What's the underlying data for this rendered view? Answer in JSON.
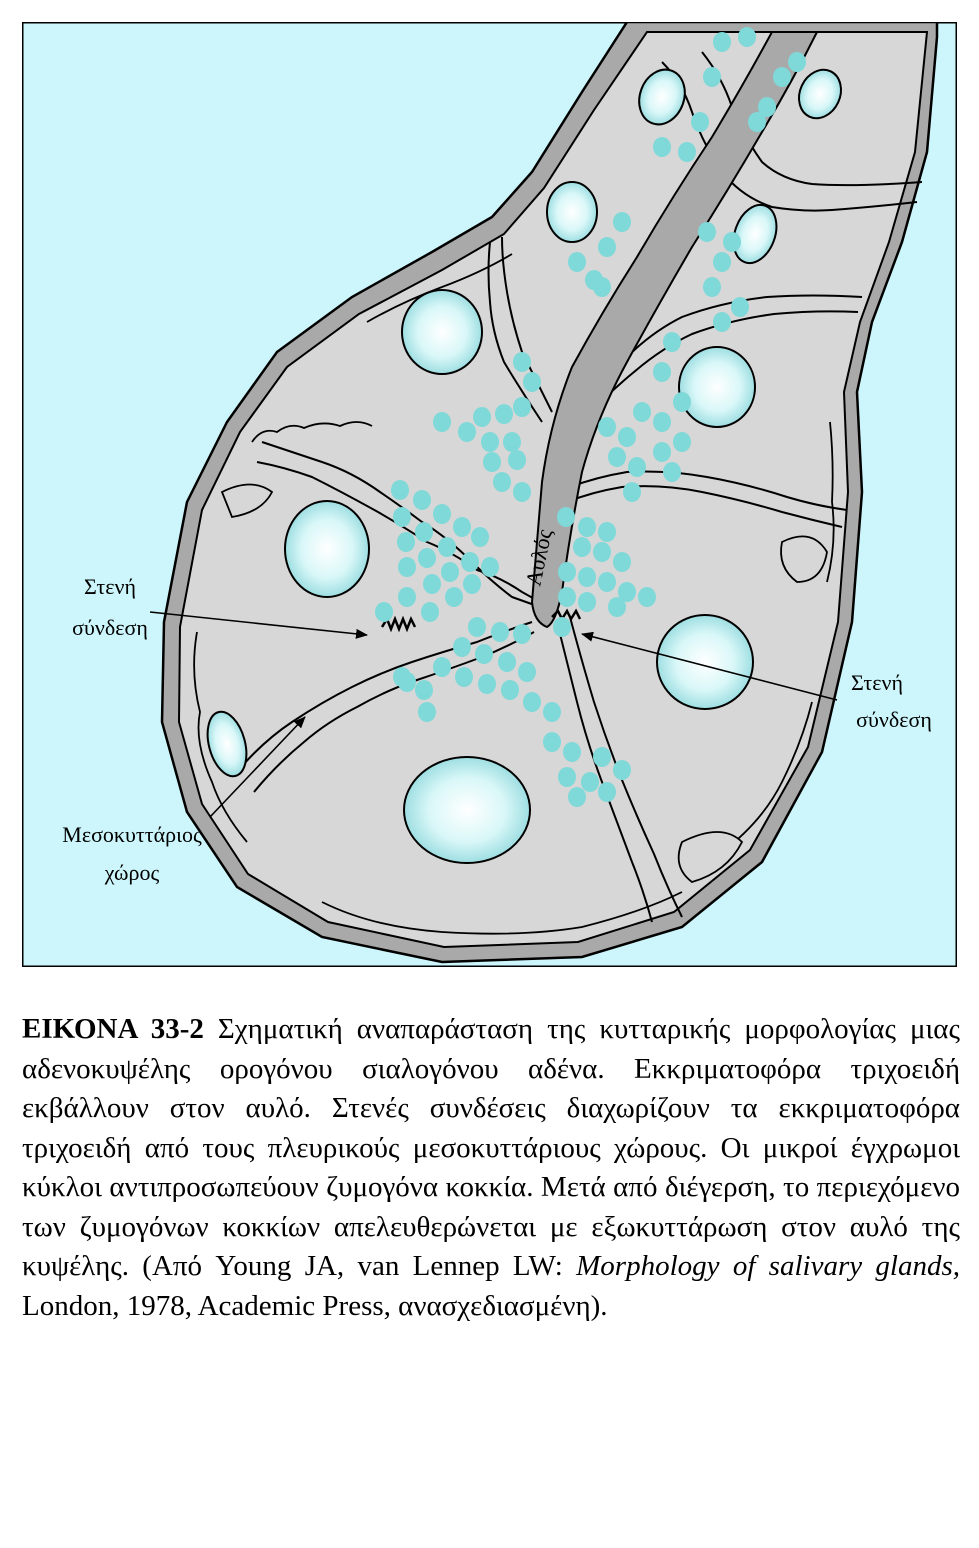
{
  "labels": {
    "lumen": "Αυλός",
    "tight_junction_left": [
      "Στενή",
      "σύνδεση"
    ],
    "tight_junction_right": [
      "Στενή",
      "σύνδεση"
    ],
    "intercellular_space": [
      "Μεσοκυττάριος",
      "χώρος"
    ]
  },
  "caption": {
    "figure_number": "ΕΙΚΟΝΑ 33-2",
    "text_1": " Σχηματική αναπαράσταση της κυτταρικής μορφολογίας μιας αδενοκυψέλης ορογόνου σιαλογόνου αδένα. Εκκριματοφόρα τριχοειδή εκβάλλουν στον αυλό. Στενές συνδέσεις διαχωρίζουν τα εκκριματοφόρα τριχοειδή από τους πλευρικούς μεσοκυττάριους χώρους. Οι μικροί έγχρωμοι κύκλοι αντιπροσωπεύουν ζυμογόνα κοκκία. Μετά από διέγερση, το περιεχόμενο των ζυμογόνων κοκκίων απελευθερώνεται με εξωκυττάρωση στον αυλό της κυψέλης. (Από Young JA, van Lennep LW: ",
    "italic": "Morphology of salivary glands,",
    "text_2": " London, 1978, Academic Press, ανασχεδιασμένη)."
  },
  "colors": {
    "background": "#ccf6fb",
    "cell": "#d7d7d7",
    "interstitial": "#a9a9a9",
    "nucleus": "#b9edf0",
    "granule": "#7fd9d9",
    "outline": "#000000"
  }
}
